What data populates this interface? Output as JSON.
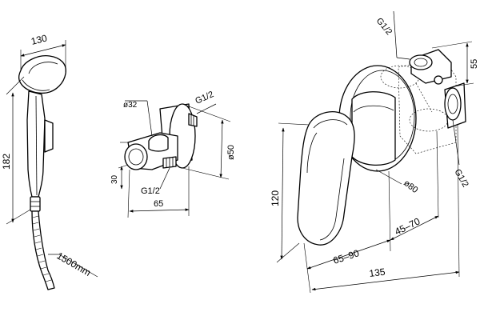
{
  "shower_head": {
    "dim_width": "130",
    "dim_height": "182",
    "dim_hose": "1500mm"
  },
  "wall_outlet": {
    "dim_diameter_top": "ø32",
    "dim_thread_top": "G1/2",
    "dim_diameter_side": "ø50",
    "dim_height_left": "30",
    "dim_thread_bottom": "G1/2",
    "dim_depth": "65"
  },
  "mixer": {
    "dim_thread_top": "G1/2",
    "dim_height_right": "55",
    "dim_thread_right": "G1/2",
    "dim_plate_diameter": "ø80",
    "dim_height_left": "120",
    "dim_range_1": "65–90",
    "dim_range_2": "45–70",
    "dim_total": "135"
  }
}
